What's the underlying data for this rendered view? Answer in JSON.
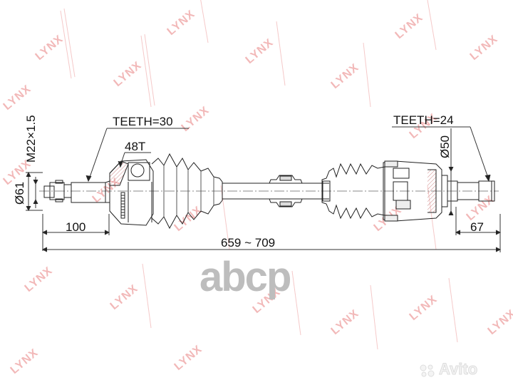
{
  "drawing": {
    "subject": "CV drive shaft technical drawing",
    "labels": {
      "thread": "M22×1.5",
      "outer_teeth": "TEETH=30",
      "abs_ring": "48T",
      "inner_teeth": "TEETH=24",
      "outer_diameter": "Ø61",
      "inner_diameter": "Ø50",
      "outer_stub_length": "100",
      "inner_stub_length": "67",
      "total_length": "659 ~ 709"
    }
  },
  "watermarks": {
    "repeated_brand": "LYNX",
    "brand_color": "#f2b8b8",
    "center_logo": "abcp",
    "center_logo_color": "#bdbdbd",
    "corner_logo": "Avito"
  }
}
